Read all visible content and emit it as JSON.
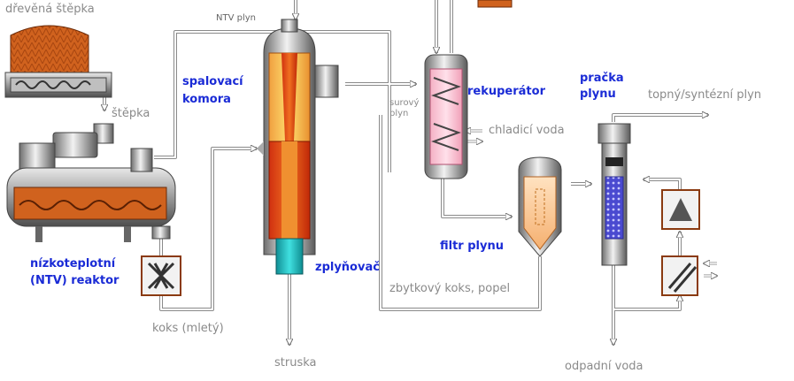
{
  "labels": {
    "wood_chips": "dřevěná štěpka",
    "chips": "štěpka",
    "ntv_gas": "NTV plyn",
    "combustion_chamber_1": "spalovací",
    "combustion_chamber_2": "komora",
    "ntv_reactor_1": "nízkoteplotní",
    "ntv_reactor_2": "(NTV) reaktor",
    "coke_ground": "koks (mletý)",
    "slag": "struska",
    "gasifier": "zplyňovač",
    "raw_gas_1": "surový",
    "raw_gas_2": "plyn",
    "recuperator": "rekuperátor",
    "cooling_water": "chladicí voda",
    "gas_filter": "filtr plynu",
    "residual": "zbytkový koks, popel",
    "scrubber_1": "pračka",
    "scrubber_2": "plynu",
    "product_gas": "topný/syntézní plyn",
    "waste_water": "odpadní voda"
  }
}
